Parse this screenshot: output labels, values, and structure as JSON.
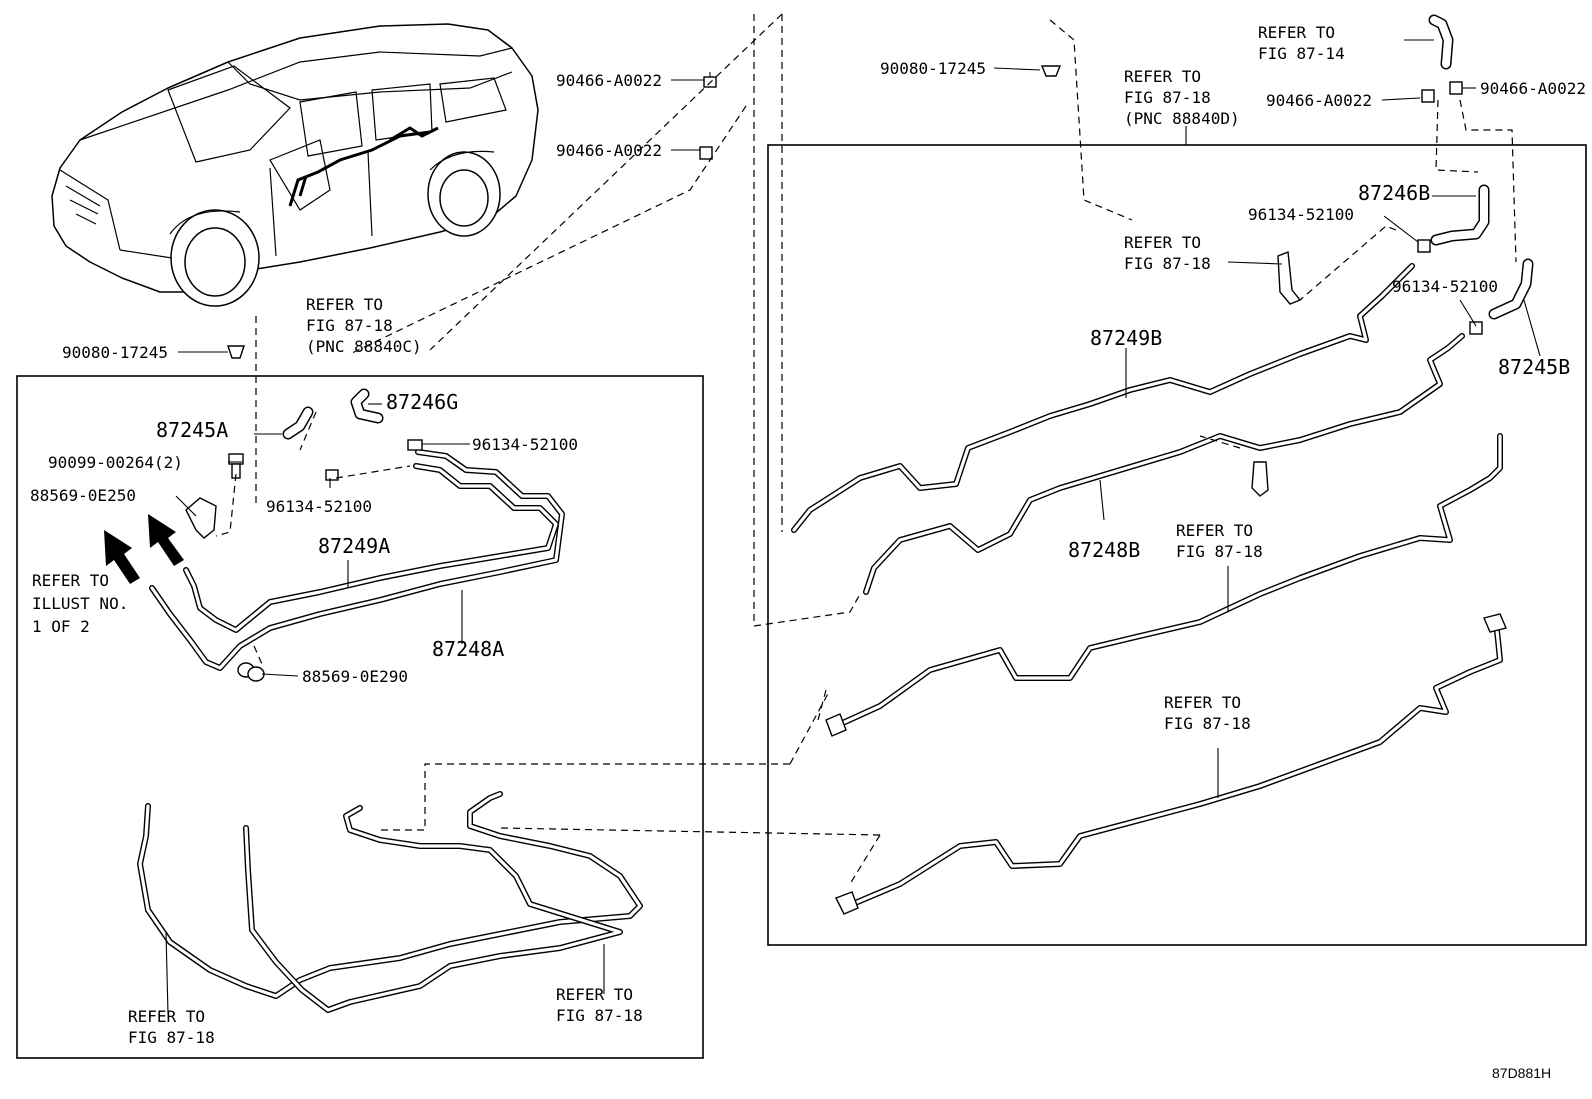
{
  "diagram_code": "87D881H",
  "parts": {
    "p87249B": "87249B",
    "p87248B": "87248B",
    "p87246B": "87246B",
    "p87245B": "87245B",
    "p87249A": "87249A",
    "p87248A": "87248A",
    "p87246G": "87246G",
    "p87245A": "87245A"
  },
  "fasteners": {
    "f90466_1": "90466-A0022",
    "f90466_2": "90466-A0022",
    "f90466_3": "90466-A0022",
    "f90466_4": "90466-A0022",
    "f90080_top": "90080-17245",
    "f90080_left": "90080-17245",
    "f96134_1": "96134-52100",
    "f96134_2": "96134-52100",
    "f96134_3": "96134-52100",
    "f96134_4": "96134-52100",
    "f90099": "90099-00264(2)",
    "f88569_250": "88569-0E250",
    "f88569_290": "88569-0E290"
  },
  "references": {
    "r8714": [
      "REFER TO",
      "FIG 87-14"
    ],
    "r88840D": [
      "REFER TO",
      "FIG 87-18",
      "(PNC 88840D)"
    ],
    "r88840C": [
      "REFER TO",
      "FIG 87-18",
      "(PNC 88840C)"
    ],
    "r_bracket": [
      "REFER TO",
      "FIG 87-18"
    ],
    "r_mid": [
      "REFER TO",
      "FIG 87-18"
    ],
    "r_low": [
      "REFER TO",
      "FIG 87-18"
    ],
    "r_bl1": [
      "REFER TO",
      "FIG 87-18"
    ],
    "r_bl2": [
      "REFER TO",
      "FIG 87-18"
    ],
    "r_illust": [
      "REFER TO",
      "ILLUST NO.",
      "1 OF 2"
    ]
  }
}
